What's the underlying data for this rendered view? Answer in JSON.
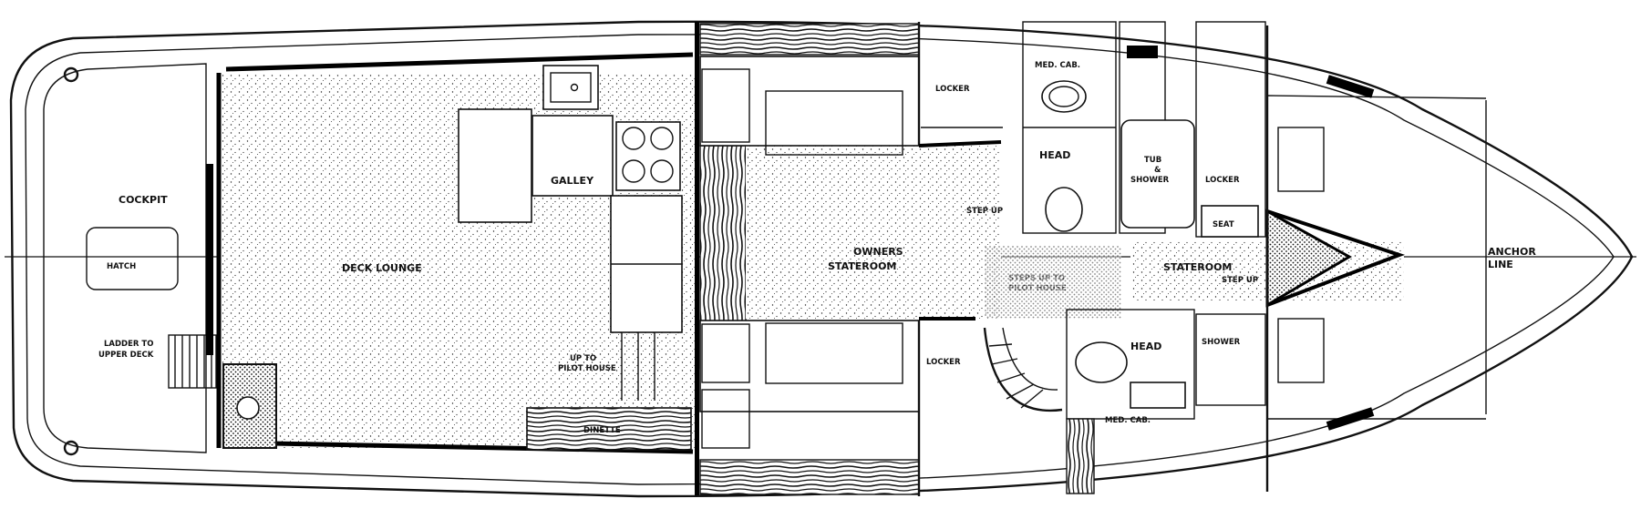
{
  "diagram": {
    "labels": {
      "cockpit": "COCKPIT",
      "hatch": "HATCH",
      "ladder_line1": "LADDER TO",
      "ladder_line2": "UPPER DECK",
      "deck_lounge": "DECK LOUNGE",
      "galley": "GALLEY",
      "up_to_line1": "UP TO",
      "up_to_line2": "PILOT HOUSE",
      "dinette": "DINETTE",
      "owners_line1": "OWNERS",
      "owners_line2": "STATEROOM",
      "locker_upper": "LOCKER",
      "locker_lower": "LOCKER",
      "locker_fwd": "LOCKER",
      "step_up_aft": "STEP UP",
      "steps_up_line1": "STEPS UP TO",
      "steps_up_line2": "PILOT HOUSE",
      "head_upper": "HEAD",
      "head_lower": "HEAD",
      "med_cab_upper": "MED. CAB.",
      "med_cab_lower": "MED. CAB.",
      "tub_line1": "TUB",
      "tub_line2": "&",
      "tub_line3": "SHOWER",
      "seat": "SEAT",
      "stateroom": "STATEROOM",
      "step_up_fwd": "STEP UP",
      "shower": "SHOWER",
      "anchor_line1": "ANCHOR",
      "anchor_line2": "LINE"
    }
  }
}
